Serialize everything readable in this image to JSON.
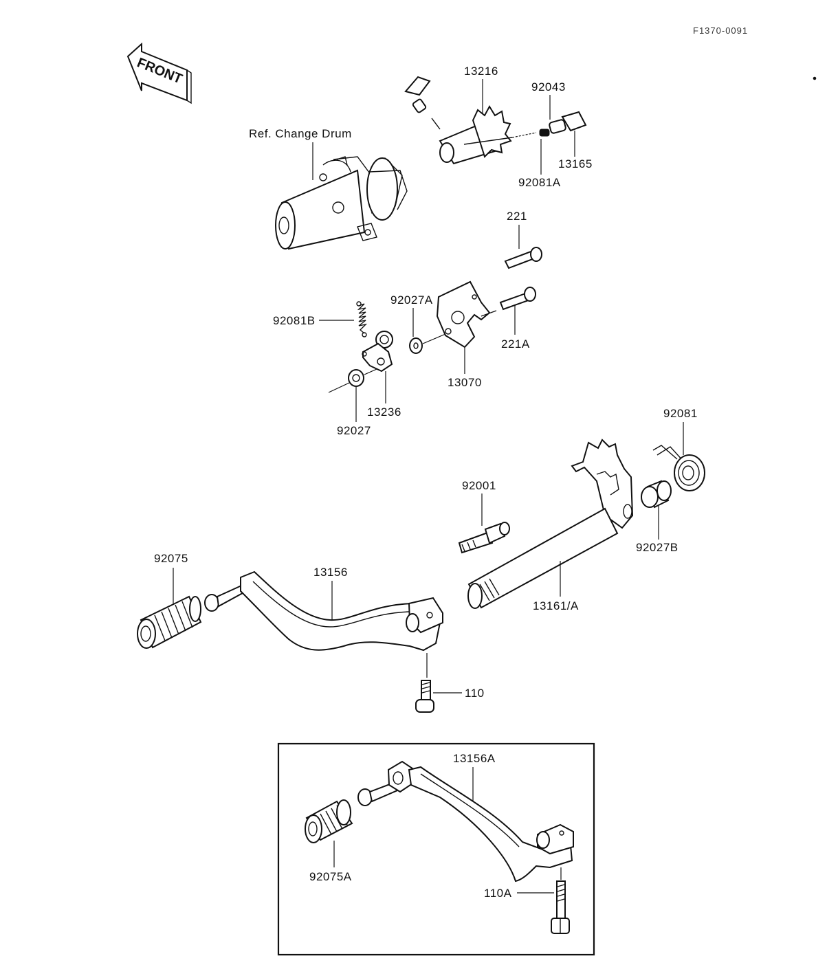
{
  "diagram": {
    "code": "F1370-0091",
    "front_label": "FRONT",
    "ref_label": "Ref. Change Drum",
    "parts": {
      "p13216": "13216",
      "p92043": "92043",
      "p13165": "13165",
      "p92081A": "92081A",
      "p221": "221",
      "p221A": "221A",
      "p92027A": "92027A",
      "p92081B": "92081B",
      "p13070": "13070",
      "p13236": "13236",
      "p92027": "92027",
      "p92081": "92081",
      "p92001": "92001",
      "p92027B": "92027B",
      "p92075": "92075",
      "p13156": "13156",
      "p13161A": "13161/A",
      "p110": "110",
      "p13156A": "13156A",
      "p92075A": "92075A",
      "p110A": "110A"
    }
  }
}
